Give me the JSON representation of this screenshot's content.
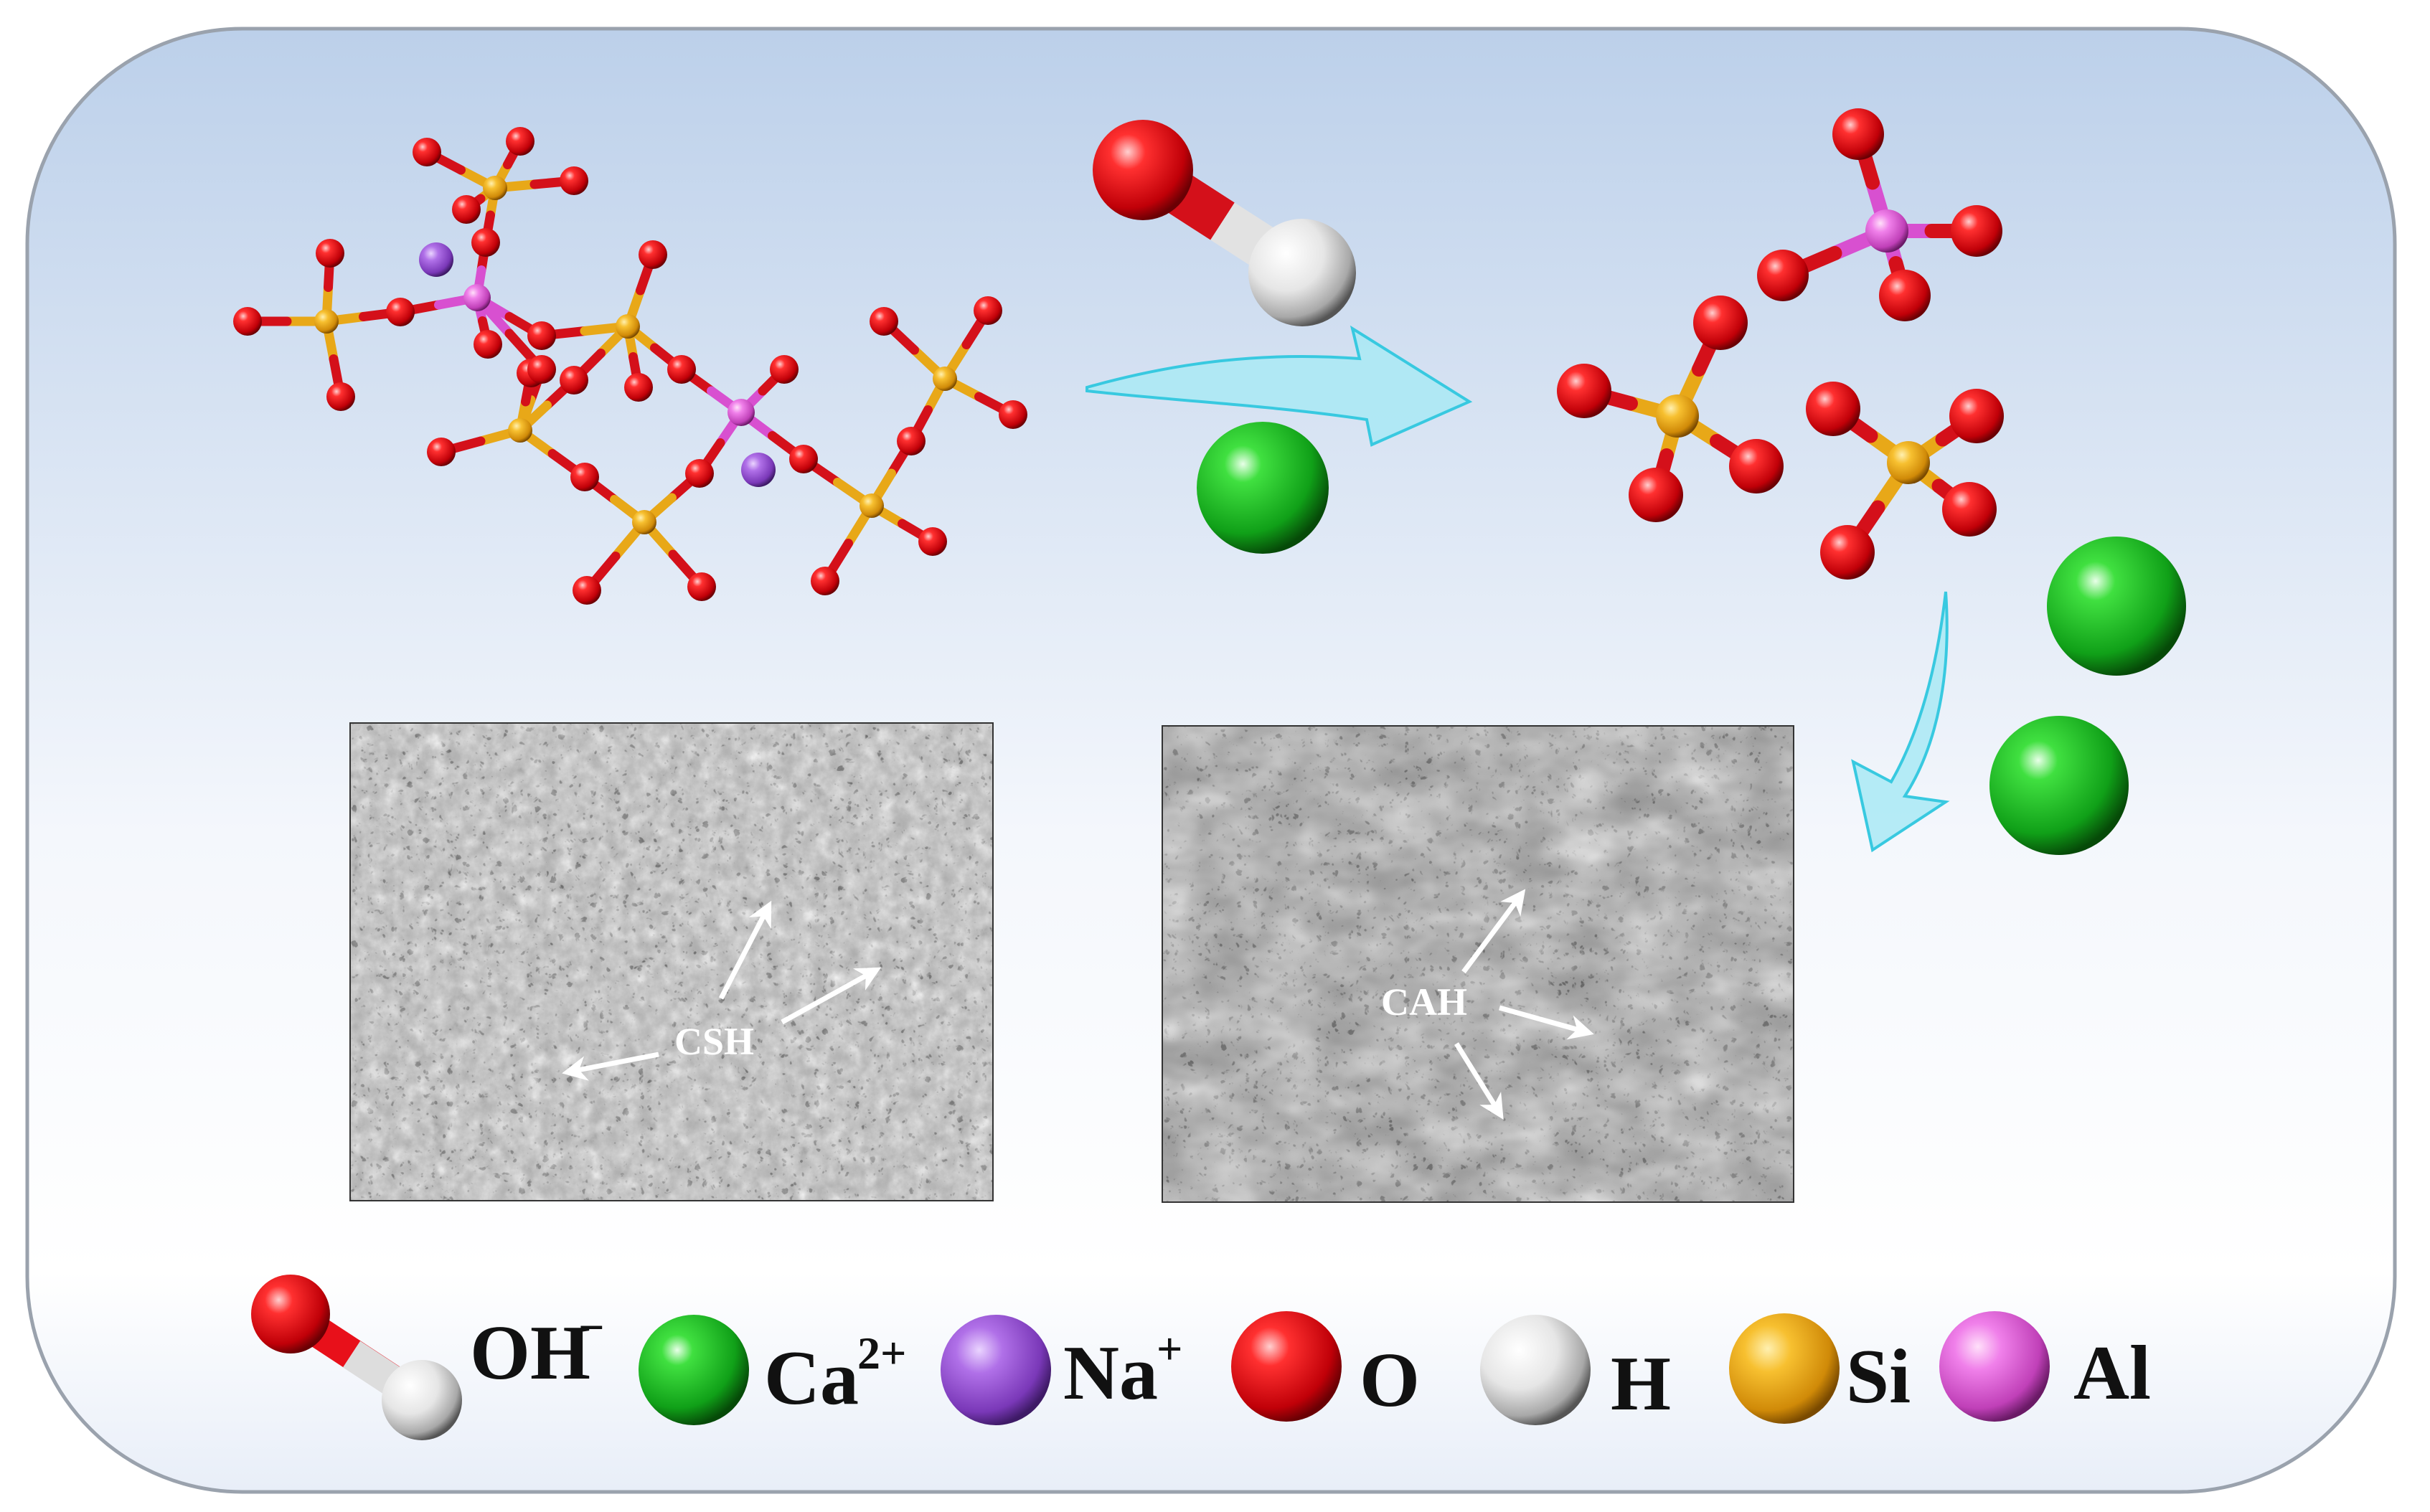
{
  "colors": {
    "oxygen": "#e8101a",
    "hydrogen": "#f2f2f2",
    "silicon": "#f0b21c",
    "aluminum": "#e060d8",
    "sodium": "#a45ad8",
    "calcium": "#1fbf2a",
    "arrow": "#a9e9f4",
    "arrow_stroke": "#38c9e0",
    "panel_top": "#bcd0ea",
    "panel_bottom": "#ffffff"
  },
  "sem_images": {
    "left": {
      "label": "CSH"
    },
    "right": {
      "label": "CAH"
    }
  },
  "legend": [
    {
      "id": "oh",
      "label": "OH",
      "sup": "−",
      "icon": "hydroxide-molecule-icon"
    },
    {
      "id": "ca",
      "label": "Ca",
      "sup": "2+",
      "icon": "calcium-atom-icon"
    },
    {
      "id": "na",
      "label": "Na",
      "sup": "+",
      "icon": "sodium-atom-icon"
    },
    {
      "id": "o",
      "label": "O",
      "sup": "",
      "icon": "oxygen-atom-icon"
    },
    {
      "id": "h",
      "label": "H",
      "sup": "",
      "icon": "hydrogen-atom-icon"
    },
    {
      "id": "si",
      "label": "Si",
      "sup": "",
      "icon": "silicon-atom-icon"
    },
    {
      "id": "al",
      "label": "Al",
      "sup": "",
      "icon": "aluminum-atom-icon"
    }
  ]
}
